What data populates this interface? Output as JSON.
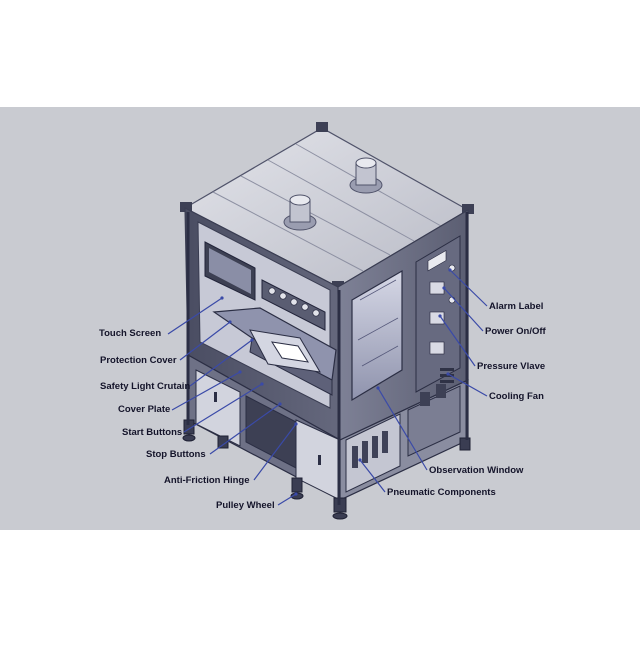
{
  "diagram": {
    "panel_color": "#c9cbd1",
    "machine_color": "#6b6e84",
    "leader_color": "#3a4aa8",
    "labels_left": [
      {
        "id": "touch-screen",
        "text": "Touch Screen"
      },
      {
        "id": "protection-cover",
        "text": "Protection Cover"
      },
      {
        "id": "safety-light-curtain",
        "text": "Safety Light Crutain"
      },
      {
        "id": "cover-plate",
        "text": "Cover Plate"
      },
      {
        "id": "start-buttons",
        "text": "Start Buttons"
      },
      {
        "id": "stop-buttons",
        "text": "Stop Buttons"
      },
      {
        "id": "anti-friction-hinge",
        "text": "Anti-Friction Hinge"
      },
      {
        "id": "pulley-wheel",
        "text": "Pulley Wheel"
      }
    ],
    "labels_right": [
      {
        "id": "alarm-label",
        "text": "Alarm Label"
      },
      {
        "id": "power-onoff",
        "text": "Power On/Off"
      },
      {
        "id": "pressure-valve",
        "text": "Pressure Vlave"
      },
      {
        "id": "cooling-fan",
        "text": "Cooling Fan"
      },
      {
        "id": "observation-window",
        "text": "Observation Window"
      },
      {
        "id": "pneumatic-components",
        "text": "Pneumatic Components"
      }
    ]
  }
}
